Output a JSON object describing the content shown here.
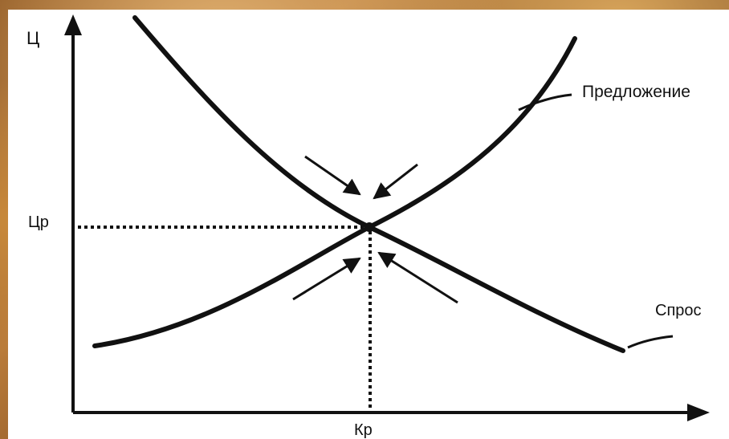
{
  "diagram": {
    "y_axis_label": "Ц",
    "x_axis_label": "",
    "equilibrium_price_label": "Цр",
    "equilibrium_quantity_label": "Кр",
    "supply_label": "Предложение",
    "demand_label": "Спрос"
  },
  "colors": {
    "line": "#111111",
    "panel": "#ffffff"
  }
}
